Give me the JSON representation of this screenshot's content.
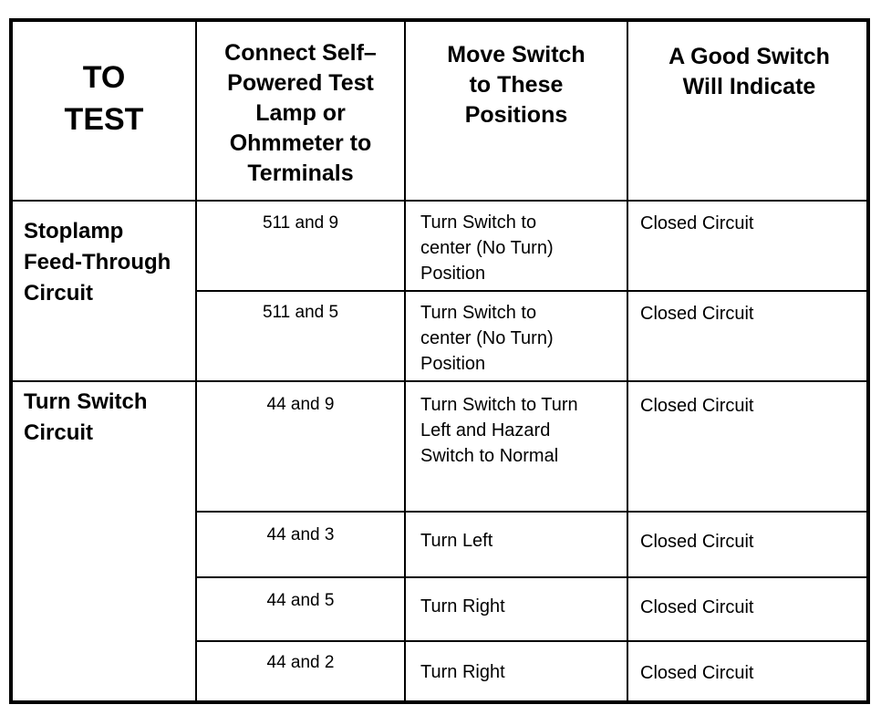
{
  "headers": {
    "to_test": "TO\nTEST",
    "terminals": "Connect Self–\nPowered Test\nLamp or\nOhmmeter to\nTerminals",
    "positions": "Move Switch\nto These\nPositions",
    "indication": "A Good Switch\nWill Indicate"
  },
  "groups": [
    {
      "name": "Stoplamp\nFeed-Through\nCircuit"
    },
    {
      "name": "Turn Switch\nCircuit"
    }
  ],
  "rows": [
    {
      "terminals": "511 and 9",
      "position": "Turn Switch to\ncenter (No Turn)\nPosition",
      "indication": "Closed Circuit"
    },
    {
      "terminals": "511 and 5",
      "position": "Turn Switch to\ncenter (No Turn)\nPosition",
      "indication": "Closed Circuit"
    },
    {
      "terminals": "44 and 9",
      "position": "Turn Switch to Turn\nLeft and Hazard\nSwitch to Normal",
      "indication": "Closed Circuit"
    },
    {
      "terminals": "44 and 3",
      "position": "Turn Left",
      "indication": "Closed Circuit"
    },
    {
      "terminals": "44 and 5",
      "position": "Turn Right",
      "indication": "Closed Circuit"
    },
    {
      "terminals": "44 and 2",
      "position": "Turn Right",
      "indication": "Closed Circuit"
    }
  ]
}
